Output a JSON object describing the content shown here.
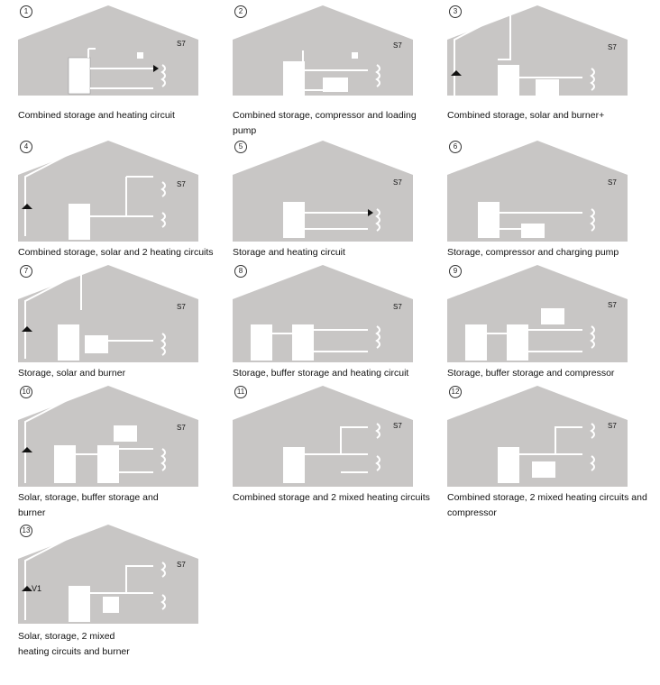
{
  "diagrams": [
    {
      "number": "1",
      "caption": "Combined storage and heating circuit"
    },
    {
      "number": "2",
      "caption": "Combined storage, compressor and loading pump"
    },
    {
      "number": "3",
      "caption": "Combined storage, solar and burner+"
    },
    {
      "number": "4",
      "caption": "Combined storage, solar and 2 heating circuits"
    },
    {
      "number": "5",
      "caption": "Storage and heating circuit"
    },
    {
      "number": "6",
      "caption": "Storage, compressor and charging pump"
    },
    {
      "number": "7",
      "caption": "Storage, solar and burner"
    },
    {
      "number": "8",
      "caption": "Storage, buffer storage and heating circuit"
    },
    {
      "number": "9",
      "caption": "Storage, buffer storage and compressor"
    },
    {
      "number": "10",
      "caption": "Solar, storage, buffer storage and burner"
    },
    {
      "number": "11",
      "caption": "Combined storage and 2 mixed heating circuits"
    },
    {
      "number": "12",
      "caption": "Combined storage, 2 mixed heating circuits and compressor"
    },
    {
      "number": "13",
      "caption": "Solar, storage, 2 mixed heating circuits and burner"
    }
  ],
  "sensor_label": "S7",
  "valve_label": "V1",
  "colors": {
    "house": "#c8c6c5",
    "pipe": "#ffffff",
    "supply": "#e0302a",
    "return": "#2a5fb0",
    "flame": "#f08a1c"
  }
}
